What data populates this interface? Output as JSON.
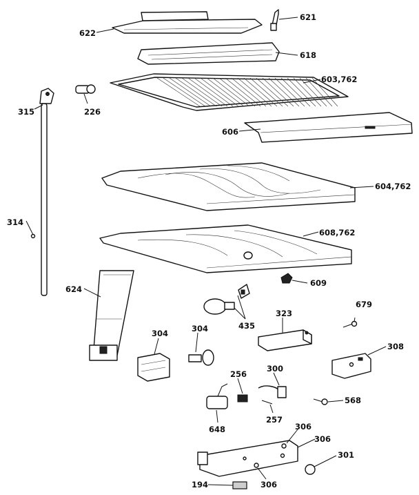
{
  "callouts": {
    "c621": "621",
    "c622": "622",
    "c618": "618",
    "c603": "603,762",
    "c315": "315",
    "c226": "226",
    "c606": "606",
    "c604": "604,762",
    "c314": "314",
    "c608": "608,762",
    "c609": "609",
    "c624": "624",
    "c435": "435",
    "c679": "679",
    "c323": "323",
    "c304a": "304",
    "c304b": "304",
    "c308": "308",
    "c256": "256",
    "c300": "300",
    "c568": "568",
    "c648": "648",
    "c257": "257",
    "c306a": "306",
    "c306b": "306",
    "c301": "301",
    "c194": "194",
    "c306c": "306"
  }
}
